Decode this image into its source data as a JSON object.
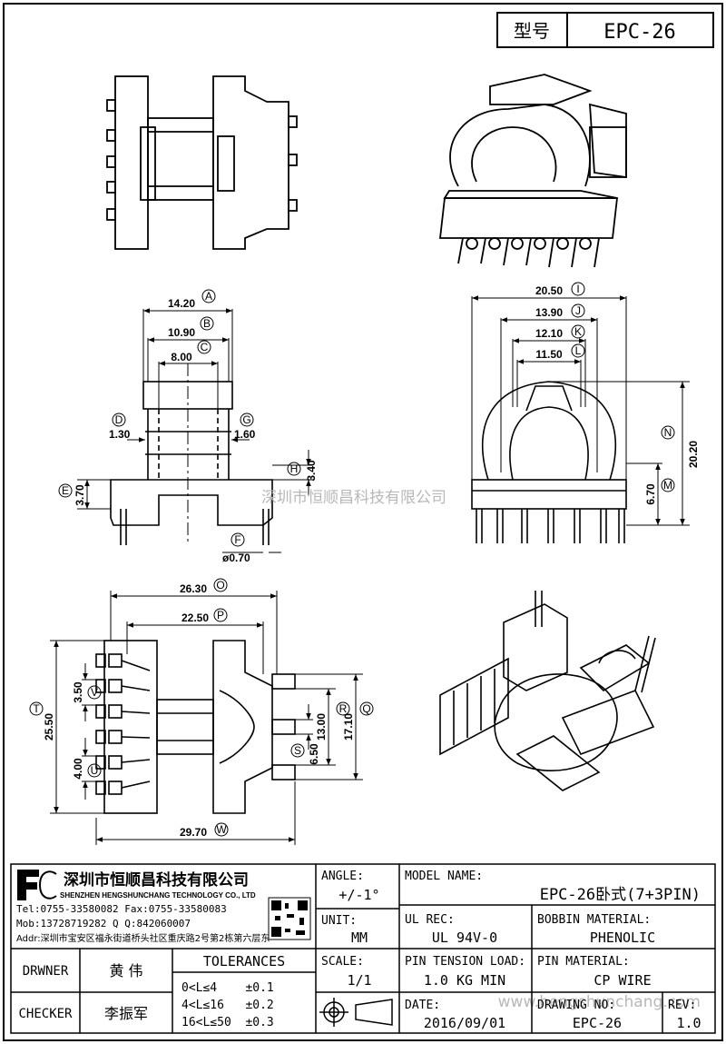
{
  "header": {
    "type_label": "型号",
    "type_value": "EPC-26"
  },
  "watermarks": {
    "cn": "深圳市恒顺昌科技有限公司",
    "url": "www.hengshunchang.com"
  },
  "dimensions": {
    "A": "14.20",
    "B": "10.90",
    "C": "8.00",
    "D": "1.30",
    "G": "1.60",
    "H": "3.40",
    "E": "3.70",
    "F": "ø0.70",
    "I": "20.50",
    "J": "13.90",
    "K": "12.10",
    "L": "11.50",
    "N": "20.20",
    "M": "6.70",
    "O": "26.30",
    "P": "22.50",
    "V": "3.50",
    "T": "25.50",
    "U": "4.00",
    "W": "29.70",
    "R": "13.00",
    "Q": "17.10",
    "S": "6.50"
  },
  "letters": [
    "A",
    "B",
    "C",
    "D",
    "G",
    "H",
    "E",
    "F",
    "I",
    "J",
    "K",
    "L",
    "N",
    "M",
    "O",
    "P",
    "V",
    "T",
    "U",
    "W",
    "R",
    "Q",
    "S"
  ],
  "company": {
    "name_cn": "深圳市恒顺昌科技有限公司",
    "name_en": "SHENZHEN HENGSHUNCHANG TECHNOLOGY CO., LTD",
    "tel": "Tel:0755-33580082 Fax:0755-33580083",
    "mob": "Mob:13728719282    Q  Q:842060007",
    "addr": "Addr:深圳市宝安区福永街道桥头社区重庆路2号第2栋第六层东"
  },
  "title_block": {
    "angle_label": "ANGLE:",
    "angle_value": "+/-1°",
    "unit_label": "UNIT:",
    "unit_value": "MM",
    "scale_label": "SCALE:",
    "scale_value": "1/1",
    "model_label": "MODEL NAME:",
    "model_value": "EPC-26卧式(7+3PIN)",
    "ul_label": "UL REC:",
    "ul_value": "UL 94V-0",
    "bobbin_label": "BOBBIN MATERIAL:",
    "bobbin_value": "PHENOLIC",
    "tension_label": "PIN TENSION LOAD:",
    "tension_value": "1.0 KG MIN",
    "pin_label": "PIN MATERIAL:",
    "pin_value": "CP WIRE",
    "date_label": "DATE:",
    "date_value": "2016/09/01",
    "drawing_label": "DRAWING NO:",
    "drawing_value": "EPC-26",
    "rev_label": "REV:",
    "rev_value": "1.0",
    "drawer_label": "DRWNER",
    "drawer_value": "黄 伟",
    "checker_label": "CHECKER",
    "checker_value": "李振军",
    "tol_title": "TOLERANCES",
    "tol_rows": [
      "0<L≤4    ±0.1",
      "4<L≤16   ±0.2",
      "16<L≤50  ±0.3"
    ]
  }
}
